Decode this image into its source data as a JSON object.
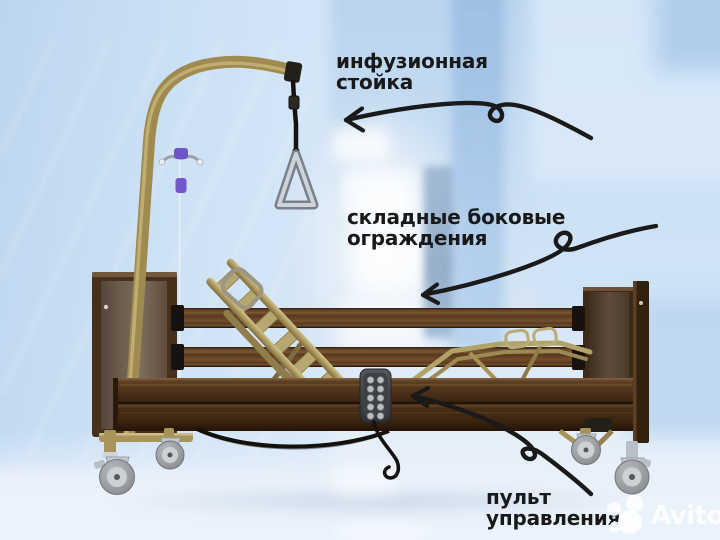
{
  "annotations": {
    "infusion_stand": {
      "label": "инфузионная\nстойка"
    },
    "side_rails": {
      "label": "складные боковые\nограждения"
    },
    "control_remote": {
      "label": "пульт\nуправления"
    }
  },
  "watermark": {
    "brand": "Avito",
    "logo_icon": "avito-four-circles-logo"
  },
  "colors": {
    "annotation_text": "#191919",
    "arrow_black": "#1a1a1a",
    "watermark_white": "#ffffff",
    "bed_wood_dark": "#4c3219",
    "bed_metal_gold": "#ab9760",
    "chrome": "#c2c8d0",
    "background_light_blue": "#cde0f3"
  }
}
